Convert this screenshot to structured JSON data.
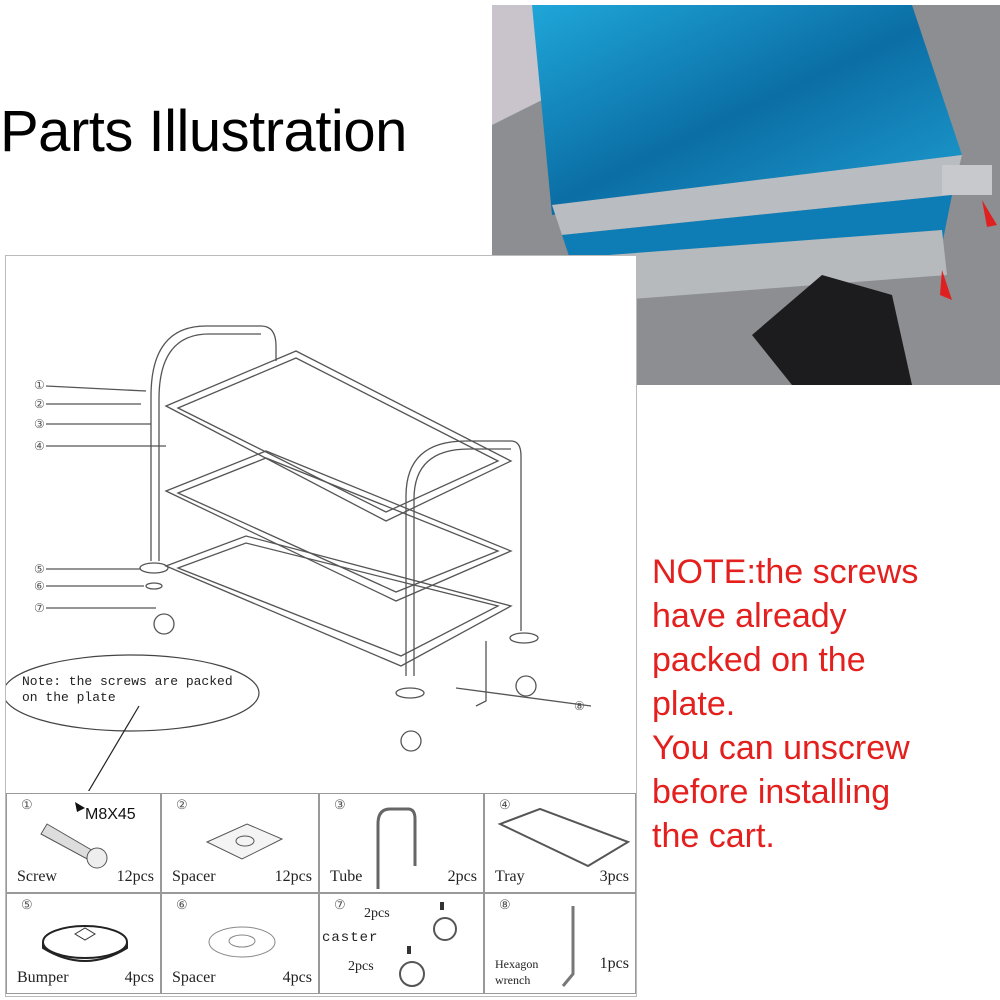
{
  "title": "Parts Illustration",
  "diagram": {
    "callout_note": [
      "Note: the screws are packed",
      "on the plate"
    ],
    "labels": [
      "①",
      "②",
      "③",
      "④",
      "⑤",
      "⑥",
      "⑦",
      "⑧"
    ],
    "screw_size": "M8X45",
    "parts": [
      {
        "num": "①",
        "name": "Screw",
        "qty": "12pcs"
      },
      {
        "num": "②",
        "name": "Spacer",
        "qty": "12pcs"
      },
      {
        "num": "③",
        "name": "Tube",
        "qty": "2pcs"
      },
      {
        "num": "④",
        "name": "Tray",
        "qty": "3pcs"
      },
      {
        "num": "⑤",
        "name": "Bumper",
        "qty": "4pcs"
      },
      {
        "num": "⑥",
        "name": "Spacer",
        "qty": "4pcs"
      },
      {
        "num": "⑦",
        "name": "caster",
        "qty_a": "2pcs",
        "qty_b": "2pcs"
      },
      {
        "num": "⑧",
        "name_a": "Hexagon",
        "name_b": "wrench",
        "qty": "1pcs"
      }
    ]
  },
  "note_lines": [
    "NOTE:the screws",
    "have already",
    "packed on the",
    "plate.",
    "You can unscrew",
    "before installing",
    "the cart."
  ],
  "colors": {
    "note_red": "#e3201e",
    "tray_blue": "#1a8fc4"
  }
}
